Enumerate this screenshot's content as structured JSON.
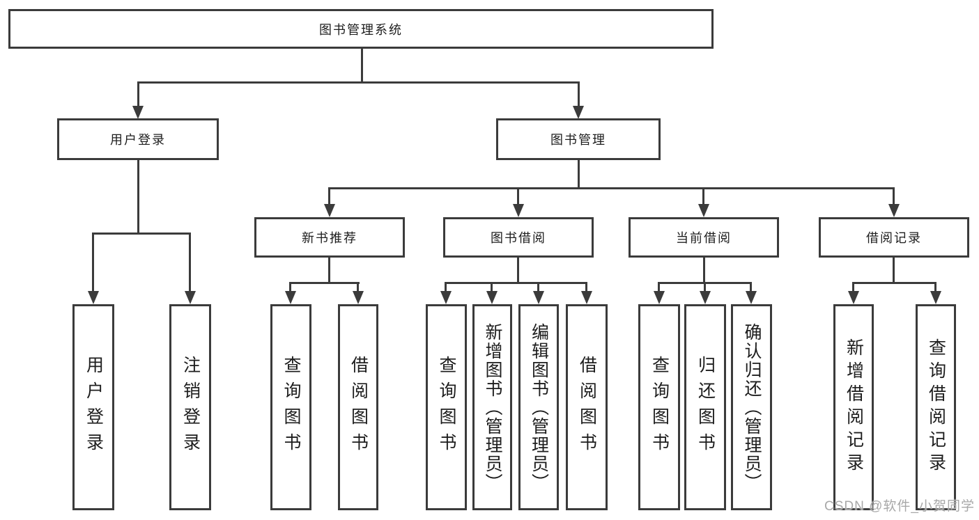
{
  "colors": {
    "line": "#3b3b3b",
    "text": "#1d1d1d",
    "canvas": "#ffffff",
    "watermark": "#a8a8a8"
  },
  "root": {
    "label": "图书管理系统"
  },
  "branches": [
    {
      "label": "用户登录",
      "children": [
        {
          "label": "用户登录"
        },
        {
          "label": "注销登录"
        }
      ]
    },
    {
      "label": "图书管理",
      "children": [
        {
          "label": "新书推荐",
          "children": [
            {
              "label": "查询图书"
            },
            {
              "label": "借阅图书"
            }
          ]
        },
        {
          "label": "图书借阅",
          "children": [
            {
              "label": "查询图书"
            },
            {
              "label": "新增图书（管理员）"
            },
            {
              "label": "编辑图书（管理员）"
            },
            {
              "label": "借阅图书"
            }
          ]
        },
        {
          "label": "当前借阅",
          "children": [
            {
              "label": "查询图书"
            },
            {
              "label": "归还图书"
            },
            {
              "label": "确认归还（管理员）"
            }
          ]
        },
        {
          "label": "借阅记录",
          "children": [
            {
              "label": "新增借阅记录"
            },
            {
              "label": "查询借阅记录"
            }
          ]
        }
      ]
    }
  ],
  "watermark": {
    "text": "CSDN @软件_小贺同学"
  }
}
